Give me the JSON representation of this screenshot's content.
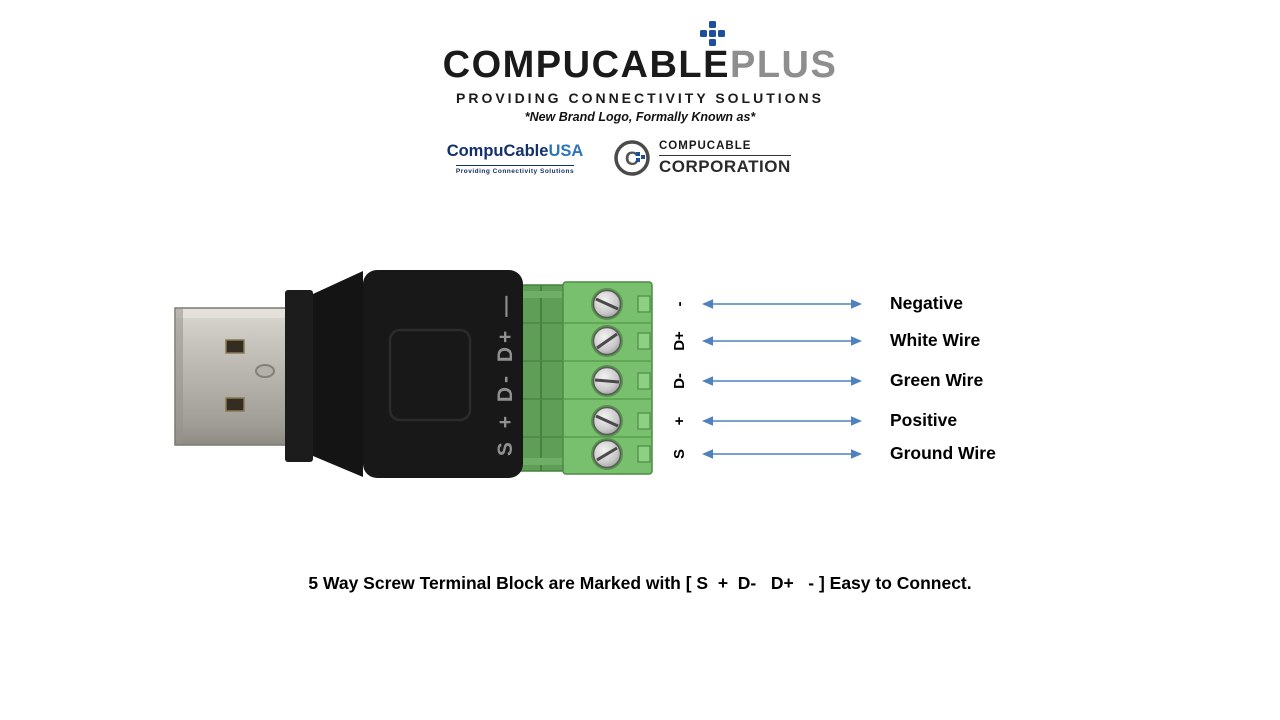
{
  "branding": {
    "accent_blue": "#1f4e9c",
    "logo_main": "COMPUCABLE",
    "logo_suffix": "PLUS",
    "tagline": "PROVIDING CONNECTIVITY SOLUTIONS",
    "subtext": "*New Brand Logo, Formally Known as*",
    "old_logo_usa": {
      "name_prefix": "CompuCable",
      "name_suffix": "USA",
      "tagline": "Providing Connectivity Solutions"
    },
    "old_logo_corp": {
      "icon_letter": "C",
      "line1": "COMPUCABLE",
      "line2": "CORPORATION"
    }
  },
  "diagram": {
    "arrow_color": "#4f81bd",
    "body_marking": "S + D- D+ —",
    "pins": [
      {
        "mark": "-",
        "label": "Negative"
      },
      {
        "mark": "D+",
        "label": "White Wire"
      },
      {
        "mark": "D-",
        "label": "Green Wire"
      },
      {
        "mark": "+",
        "label": "Positive"
      },
      {
        "mark": "S",
        "label": "Ground Wire"
      }
    ]
  },
  "caption": "5 Way Screw Terminal Block are Marked with [ S  +  D-   D+   - ] Easy to Connect."
}
